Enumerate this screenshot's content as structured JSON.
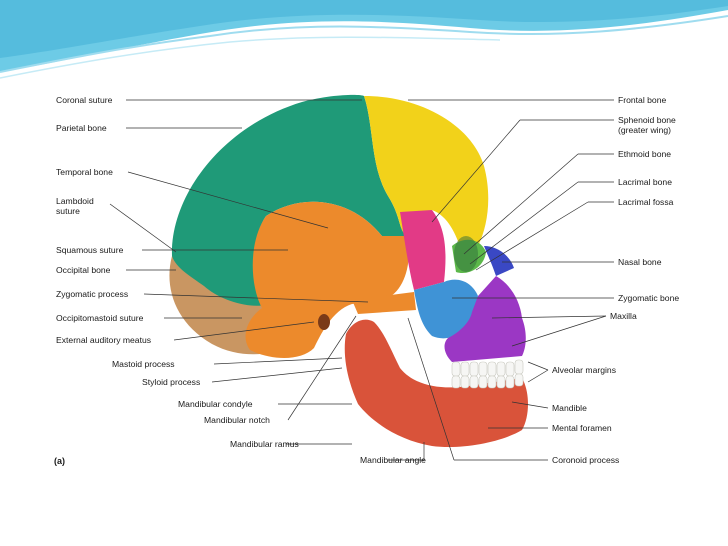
{
  "panel_label": "(a)",
  "labels_left": {
    "coronal_suture": "Coronal suture",
    "parietal_bone": "Parietal bone",
    "temporal_bone": "Temporal bone",
    "lambdoid_suture_1": "Lambdoid",
    "lambdoid_suture_2": "suture",
    "squamous_suture": "Squamous suture",
    "occipital_bone": "Occipital bone",
    "zygomatic_process": "Zygomatic process",
    "occipitomastoid_suture": "Occipitomastoid suture",
    "external_auditory_meatus": "External auditory meatus",
    "mastoid_process": "Mastoid process",
    "styloid_process": "Styloid process",
    "mandibular_condyle": "Mandibular condyle",
    "mandibular_notch": "Mandibular notch",
    "mandibular_ramus": "Mandibular ramus",
    "mandibular_angle": "Mandibular angle"
  },
  "labels_right": {
    "frontal_bone": "Frontal bone",
    "sphenoid_bone_1": "Sphenoid bone",
    "sphenoid_bone_2": "(greater wing)",
    "ethmoid_bone": "Ethmoid bone",
    "lacrimal_bone": "Lacrimal bone",
    "lacrimal_fossa": "Lacrimal fossa",
    "nasal_bone": "Nasal bone",
    "zygomatic_bone": "Zygomatic bone",
    "maxilla": "Maxilla",
    "alveolar_margins": "Alveolar margins",
    "mandible": "Mandible",
    "mental_foramen": "Mental foramen",
    "coronoid_process": "Coronoid process"
  },
  "colors": {
    "frontal": "#f2d21a",
    "parietal": "#1f9a78",
    "temporal": "#ec8a2c",
    "occipital": "#c99662",
    "sphenoid": "#e23a86",
    "zygomatic": "#3f93d6",
    "maxilla": "#9b37c4",
    "mandible": "#d9533a",
    "nasal": "#3a48c4",
    "teeth": "#f6f6f4",
    "leader": "#333333",
    "header_wave": "#5cc3e2"
  },
  "icons": [
    "skull-diagram"
  ]
}
